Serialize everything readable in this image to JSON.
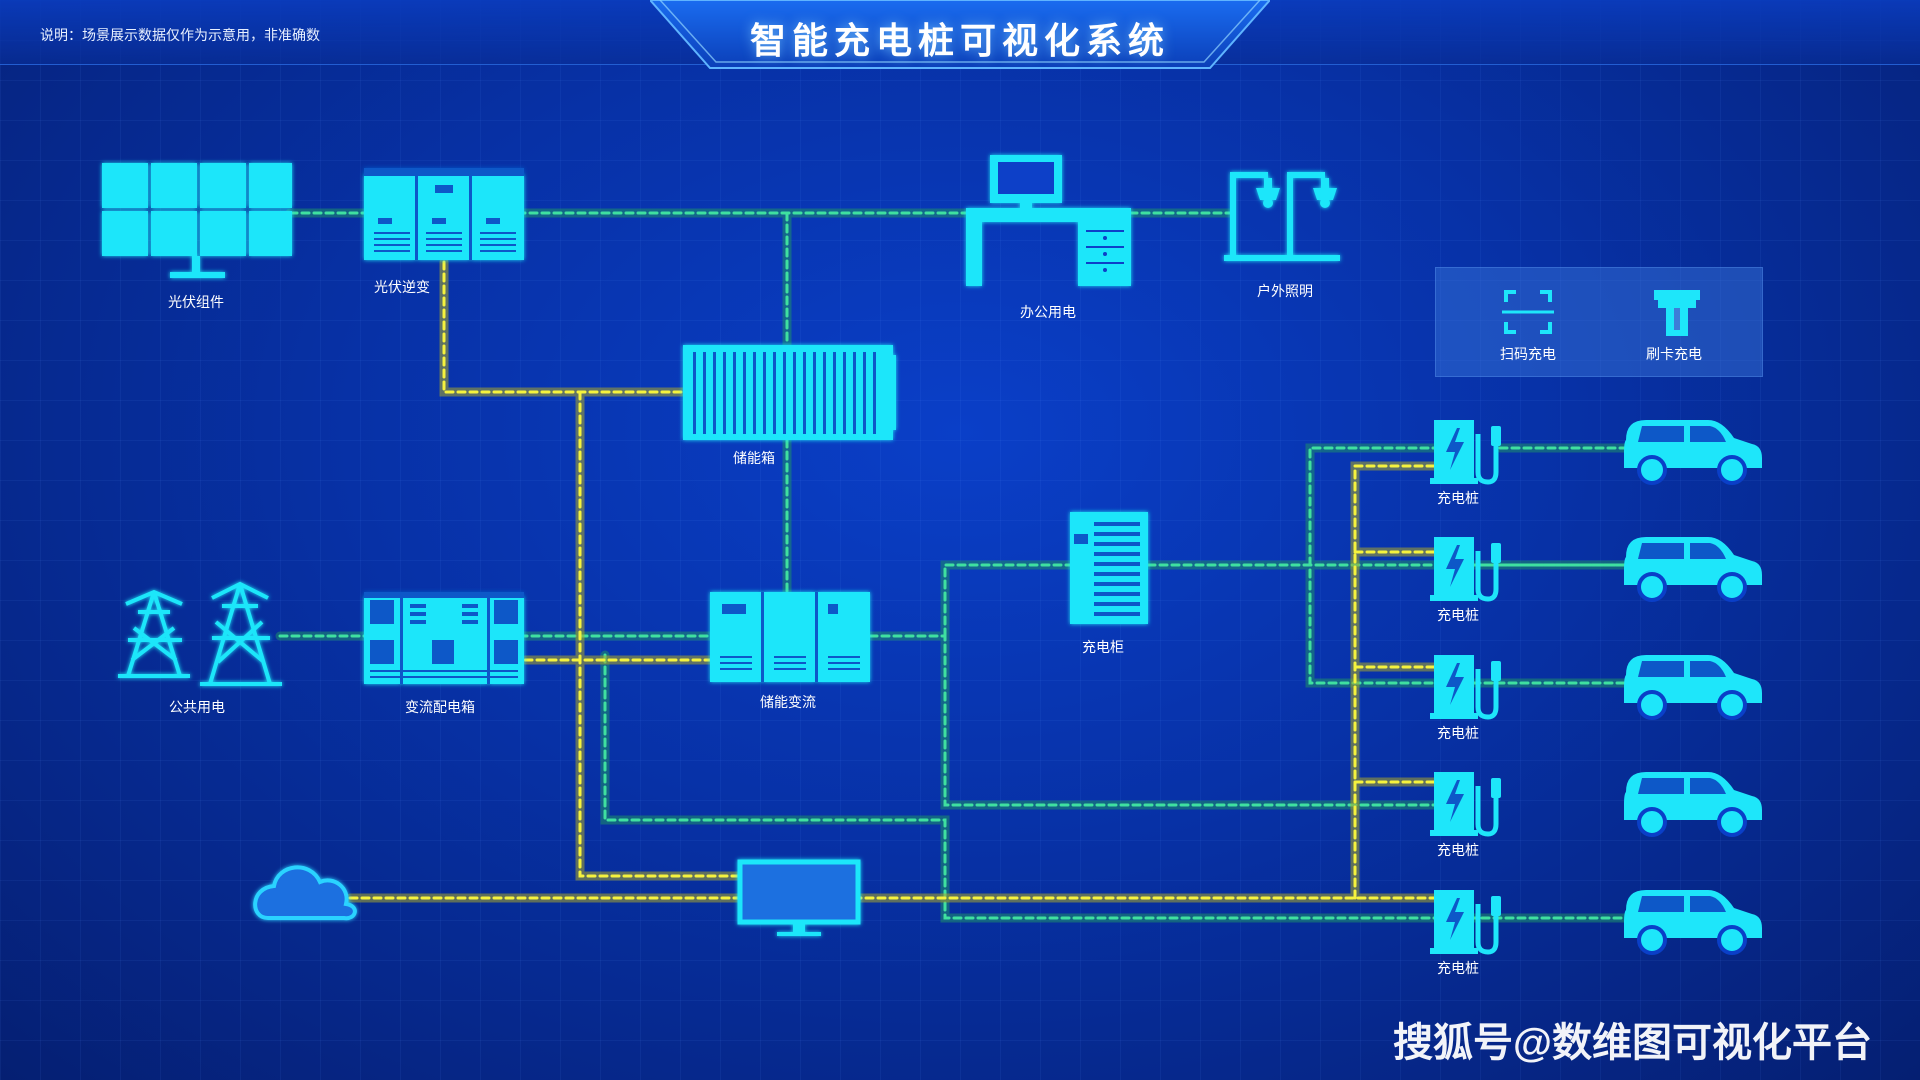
{
  "header": {
    "note": "说明：场景展示数据仅作为示意用，非准确数",
    "title": "智能充电桩可视化系统"
  },
  "nodes": {
    "pv_modules": "光伏组件",
    "pv_inverter": "光伏逆变",
    "office_power": "办公用电",
    "outdoor_lighting": "户外照明",
    "storage_box": "储能箱",
    "public_power": "公共用电",
    "ac_distribution_box": "变流配电箱",
    "storage_converter": "储能变流",
    "charging_cabinet": "充电柜",
    "charging_piles": [
      "充电桩",
      "充电桩",
      "充电桩",
      "充电桩",
      "充电桩"
    ]
  },
  "charge_modes": {
    "scan": "扫码充电",
    "card": "刷卡充电"
  },
  "colors": {
    "device": "#1ee6fa",
    "green_line": "#2ecf8a",
    "yellow_line": "#f2ee3c",
    "cloud": "#1a6fe0"
  },
  "watermark": "搜狐号@数维图可视化平台"
}
